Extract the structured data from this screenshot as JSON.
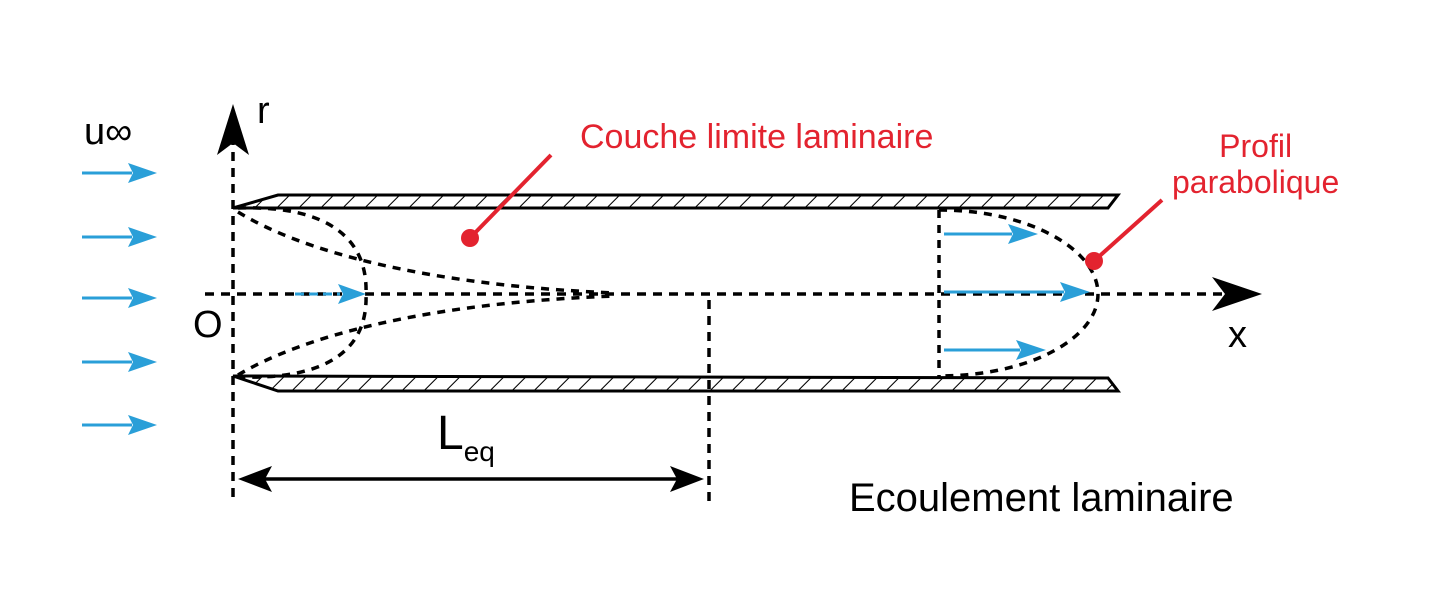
{
  "labels": {
    "free_stream": "u∞",
    "radial_axis": "r",
    "origin": "O",
    "axial_axis": "x",
    "entrance_length_main": "L",
    "entrance_length_sub": "eq",
    "boundary_layer": "Couche limite laminaire",
    "profile_line1": "Profil",
    "profile_line2": "parabolique",
    "flow_regime": "Ecoulement laminaire"
  },
  "colors": {
    "line": "#000000",
    "velocity_arrow": "#2a9fd8",
    "annotation": "#e3232f"
  },
  "inlet_velocity_arrow_count": 5,
  "outlet_profile_arrow_count": 3
}
